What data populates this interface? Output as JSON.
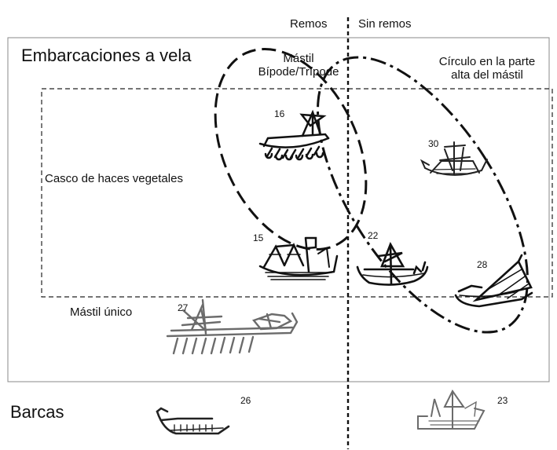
{
  "columns": {
    "left": "Remos",
    "right": "Sin remos"
  },
  "sections": {
    "sail": "Embarcaciones a vela",
    "boats": "Barcas"
  },
  "categories": {
    "bipod_line1": "Mástil",
    "bipod_line2": "Bípode/Trípode",
    "circle_line1": "Círculo en la parte",
    "circle_line2": "alta del mástil",
    "reed_hull": "Casco de haces vegetales",
    "single_mast": "Mástil único"
  },
  "ships": [
    {
      "id": "16",
      "icon": "ship-sketch-icon"
    },
    {
      "id": "30",
      "icon": "ship-sketch-icon"
    },
    {
      "id": "15",
      "icon": "ship-sketch-icon"
    },
    {
      "id": "22",
      "icon": "ship-sketch-icon"
    },
    {
      "id": "28",
      "icon": "ship-sketch-icon"
    },
    {
      "id": "27",
      "icon": "ship-sketch-icon"
    },
    {
      "id": "26",
      "icon": "boat-sketch-icon"
    },
    {
      "id": "23",
      "icon": "boat-sketch-icon"
    }
  ],
  "colors": {
    "ink": "#111111",
    "faded_ink": "#6b6b6b",
    "frame": "#8a8a8a"
  }
}
